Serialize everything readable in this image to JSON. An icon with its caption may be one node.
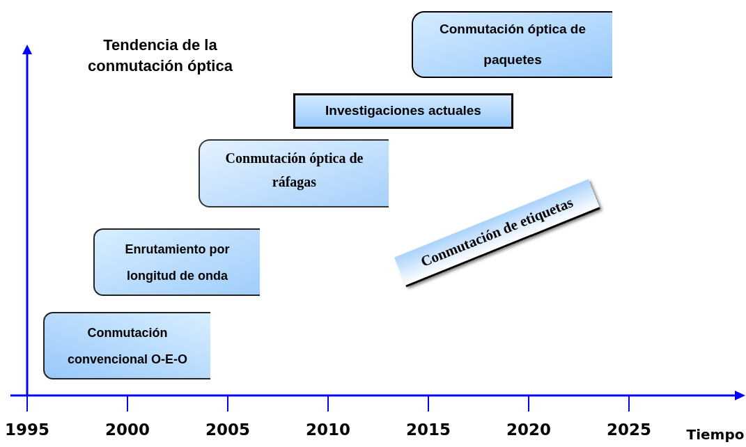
{
  "diagram": {
    "title": "Tendencia de la conmutación óptica",
    "nodes": [
      {
        "text": [
          "Conmutación óptica de paquetes"
        ]
      },
      {
        "text": [
          "Investigaciones actuales"
        ]
      },
      {
        "text": [
          "Conmutación óptica de ráfagas"
        ]
      },
      {
        "text": [
          "Conmutación de etiquetas"
        ]
      },
      {
        "text": [
          "Enrutamiento por longitud de onda"
        ]
      },
      {
        "text": [
          "Conmutación convencional O-E-O"
        ]
      }
    ],
    "labels": [
      "1995",
      "2000",
      "2005",
      "2010",
      "2015",
      "2020",
      "2025",
      "Tiempo"
    ]
  }
}
